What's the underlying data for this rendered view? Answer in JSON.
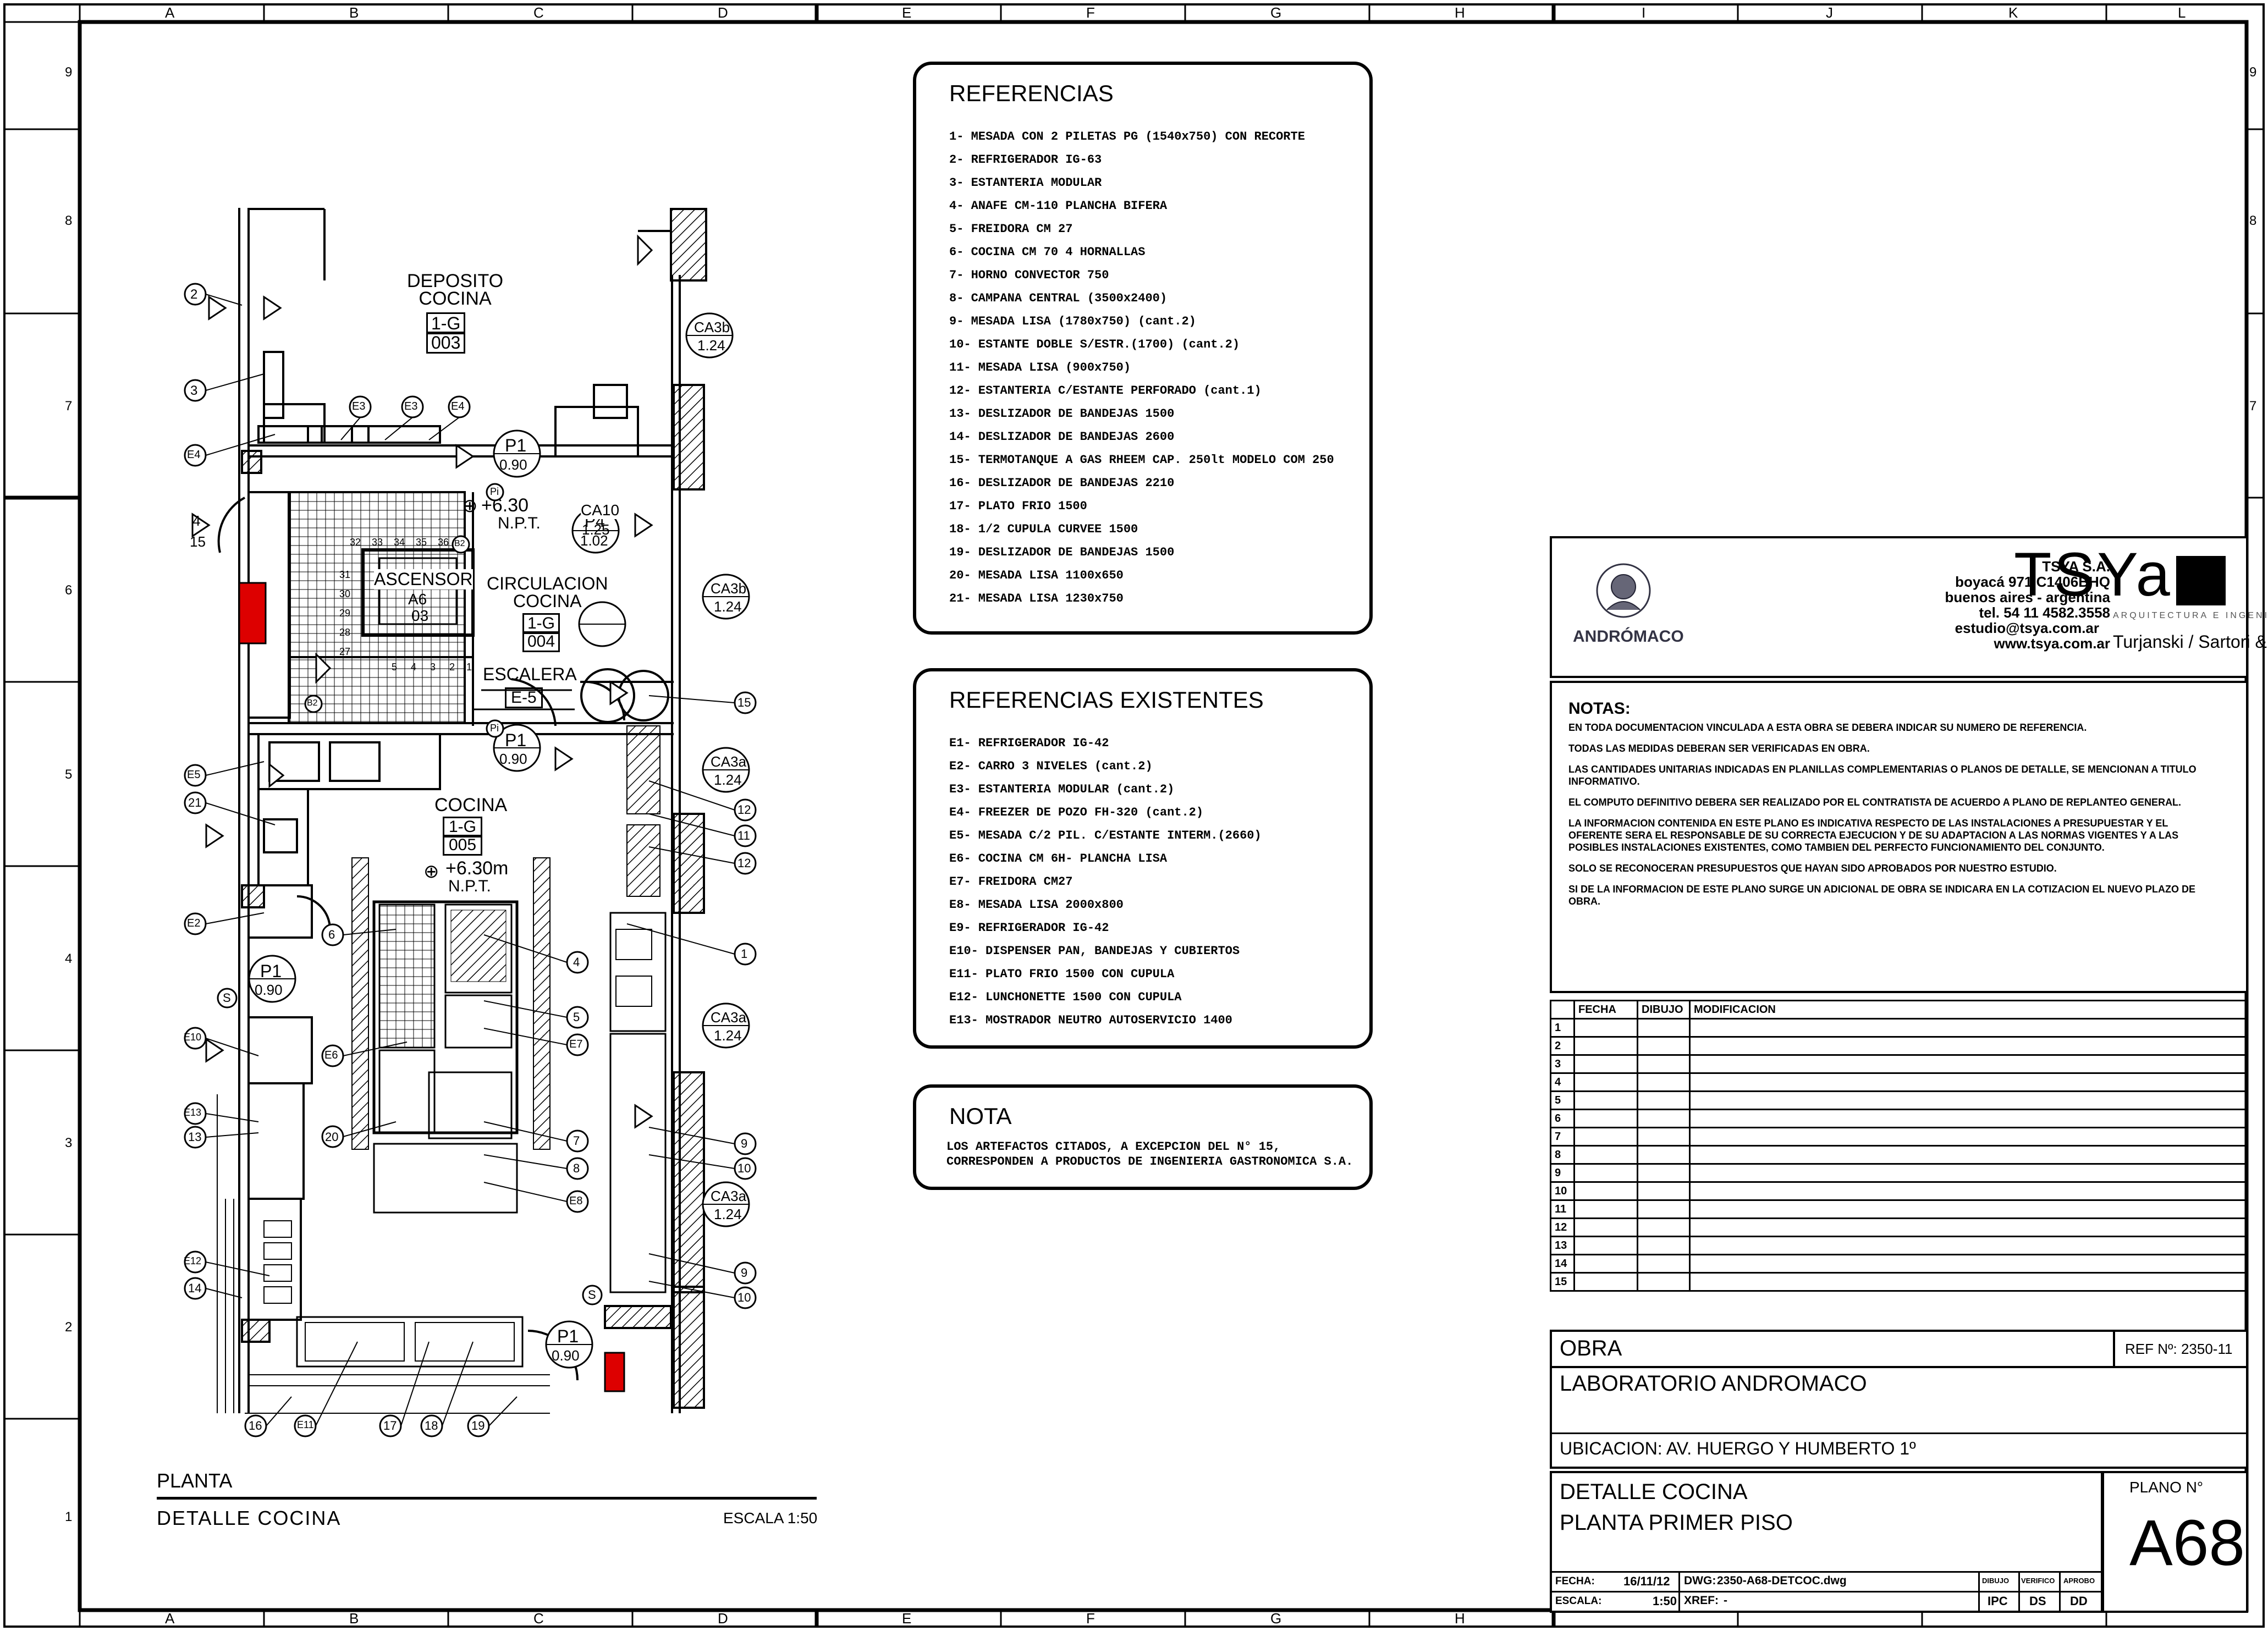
{
  "grid": {
    "columns": [
      "A",
      "B",
      "C",
      "D",
      "E",
      "F",
      "G",
      "H",
      "I",
      "J",
      "K",
      "L"
    ],
    "rows": [
      "9",
      "8",
      "7",
      "6",
      "5",
      "4",
      "3",
      "2",
      "1"
    ]
  },
  "plan": {
    "title": "PLANTA",
    "subtitle": "DETALLE COCINA",
    "scale": "ESCALA 1:50",
    "rooms": [
      {
        "name": "DEPOSITO\nCOCINA",
        "code_top": "1-G",
        "code_bottom": "003"
      },
      {
        "name": "ASCENSOR",
        "code_top": "A6",
        "code_bottom": "03"
      },
      {
        "name": "CIRCULACION\nCOCINA",
        "code_top": "1-G",
        "code_bottom": "004"
      },
      {
        "name": "ESCALERA",
        "code_top": "E-5",
        "code_bottom": ""
      },
      {
        "name": "COCINA",
        "code_top": "1-G",
        "code_bottom": "005"
      }
    ],
    "levels": [
      "+6.30",
      "N.P.T.",
      "+6.30m",
      "N.P.T."
    ],
    "doors": [
      {
        "code": "P1",
        "size": "0.90"
      },
      {
        "code": "P4",
        "size": "1.02"
      },
      {
        "code": "P1",
        "size": "0.90"
      },
      {
        "code": "P1",
        "size": "0.90"
      },
      {
        "code": "P1",
        "size": "0.90"
      }
    ],
    "openings": [
      {
        "code": "CA10",
        "size": "1.25"
      },
      {
        "code": "CA3b",
        "size": "1.24"
      },
      {
        "code": "CA3b",
        "size": "1.24"
      },
      {
        "code": "CA3a",
        "size": "1.24"
      },
      {
        "code": "CA3a",
        "size": "1.24"
      },
      {
        "code": "CA3a",
        "size": "1.24"
      }
    ],
    "stair_steps": [
      "32",
      "33",
      "34",
      "35",
      "36",
      "31",
      "30",
      "29",
      "28",
      "27",
      "5",
      "4",
      "3",
      "2",
      "1"
    ],
    "tags": [
      "2",
      "3",
      "E4",
      "E3",
      "E3",
      "E4",
      "4",
      "15",
      "E5",
      "21",
      "E2",
      "E10",
      "E13",
      "13",
      "E12",
      "14",
      "16",
      "E11",
      "17",
      "18",
      "19",
      "6",
      "E6",
      "20",
      "4",
      "5",
      "E7",
      "7",
      "8",
      "E8",
      "1",
      "11",
      "12",
      "12",
      "15",
      "9",
      "10",
      "9",
      "10",
      "S",
      "S",
      "Pi",
      "Pi",
      "B2",
      "B2"
    ]
  },
  "referencias": {
    "title": "REFERENCIAS",
    "items": [
      "1- MESADA CON 2 PILETAS PG (1540x750) CON RECORTE",
      "2- REFRIGERADOR  IG-63",
      "3- ESTANTERIA MODULAR",
      "4- ANAFE CM-110 PLANCHA BIFERA",
      "5- FREIDORA CM 27",
      "6- COCINA CM 70 4 HORNALLAS",
      "7- HORNO CONVECTOR 750",
      "8- CAMPANA CENTRAL (3500x2400)",
      "9- MESADA LISA (1780x750) (cant.2)",
      "10- ESTANTE DOBLE S/ESTR.(1700) (cant.2)",
      "11- MESADA LISA (900x750)",
      "12- ESTANTERIA C/ESTANTE PERFORADO (cant.1)",
      "13- DESLIZADOR DE BANDEJAS 1500",
      "14- DESLIZADOR DE BANDEJAS 2600",
      "15- TERMOTANQUE A GAS RHEEM CAP. 250lt MODELO COM 250",
      "16- DESLIZADOR DE BANDEJAS 2210",
      "17- PLATO FRIO 1500",
      "18- 1/2 CUPULA CURVEE 1500",
      "19- DESLIZADOR DE BANDEJAS 1500",
      "20- MESADA LISA 1100x650",
      "21- MESADA LISA 1230x750"
    ]
  },
  "existentes": {
    "title": "REFERENCIAS EXISTENTES",
    "items": [
      "E1- REFRIGERADOR  IG-42",
      "E2- CARRO 3 NIVELES (cant.2)",
      "E3- ESTANTERIA MODULAR (cant.2)",
      "E4- FREEZER DE POZO FH-320 (cant.2)",
      "E5- MESADA C/2 PIL. C/ESTANTE INTERM.(2660)",
      "E6- COCINA CM 6H- PLANCHA LISA",
      "E7- FREIDORA CM27",
      "E8- MESADA LISA 2000x800",
      "E9- REFRIGERADOR IG-42",
      "E10- DISPENSER PAN, BANDEJAS Y CUBIERTOS",
      "E11- PLATO FRIO 1500 CON CUPULA",
      "E12- LUNCHONETTE 1500 CON CUPULA",
      "E13- MOSTRADOR NEUTRO AUTOSERVICIO 1400"
    ]
  },
  "nota": {
    "title": "NOTA",
    "line1": "LOS ARTEFACTOS CITADOS, A EXCEPCION DEL N° 15,",
    "line2": "CORRESPONDEN A PRODUCTOS DE INGENIERIA GASTRONOMICA S.A."
  },
  "company": {
    "client_logo": "ANDRÓMACO",
    "name": "TSYA S.A.",
    "address": "boyacá 971 C1406BHQ",
    "city": "buenos aires - argentina",
    "phone": "tel. 54 11 4582.3558",
    "email": "estudio@tsya.com.ar",
    "web": "www.tsya.com.ar",
    "logo": "TSYa",
    "tagline": "ARQUITECTURA E INGENIERIA",
    "partners": "Turjanski / Sartori & Asociados"
  },
  "notas": {
    "title": "NOTAS:",
    "items": [
      "EN TODA DOCUMENTACION VINCULADA A ESTA OBRA SE DEBERA INDICAR SU NUMERO DE REFERENCIA.",
      "TODAS LAS MEDIDAS DEBERAN SER VERIFICADAS EN OBRA.",
      "LAS CANTIDADES UNITARIAS INDICADAS EN PLANILLAS COMPLEMENTARIAS O PLANOS DE DETALLE, SE MENCIONAN A TITULO INFORMATIVO.",
      "EL COMPUTO DEFINITIVO DEBERA SER REALIZADO POR EL CONTRATISTA DE ACUERDO A PLANO DE REPLANTEO GENERAL.",
      "LA INFORMACION CONTENIDA EN ESTE PLANO ES INDICATIVA RESPECTO DE LAS INSTALACIONES A PRESUPUESTAR Y EL OFERENTE SERA EL RESPONSABLE DE SU CORRECTA EJECUCION Y DE SU ADAPTACION A LAS NORMAS VIGENTES Y A LAS POSIBLES INSTALACIONES EXISTENTES, COMO TAMBIEN DEL PERFECTO FUNCIONAMIENTO DEL CONJUNTO.",
      "SOLO SE RECONOCERAN PRESUPUESTOS QUE HAYAN SIDO APROBADOS POR NUESTRO ESTUDIO.",
      "SI DE LA INFORMACION DE ESTE PLANO SURGE UN ADICIONAL DE OBRA SE INDICARA EN LA COTIZACION EL NUEVO PLAZO DE OBRA."
    ]
  },
  "modificaciones": {
    "headers": [
      "",
      "FECHA",
      "DIBUJO",
      "MODIFICACION"
    ],
    "rows": [
      "1",
      "2",
      "3",
      "4",
      "5",
      "6",
      "7",
      "8",
      "9",
      "10",
      "11",
      "12",
      "13",
      "14",
      "15"
    ]
  },
  "obra": {
    "label": "OBRA",
    "ref": "REF Nº: 2350-11",
    "name": "LABORATORIO ANDROMACO",
    "ubicacion": "UBICACION: AV. HUERGO Y HUMBERTO 1º"
  },
  "plano": {
    "title1": "DETALLE COCINA",
    "title2": "PLANTA PRIMER PISO",
    "plano_label": "PLANO N°",
    "plano_num": "A68",
    "fecha_label": "FECHA:",
    "fecha": "16/11/12",
    "escala_label": "ESCALA:",
    "escala": "1:50",
    "dwg_label": "DWG:",
    "dwg": "2350-A68-DETCOC.dwg",
    "xref_label": "XREF:",
    "xref": "-",
    "sign_headers": [
      "DIBUJO",
      "VERIFICO",
      "APROBO"
    ],
    "sign_values": [
      "IPC",
      "DS",
      "DD"
    ]
  }
}
